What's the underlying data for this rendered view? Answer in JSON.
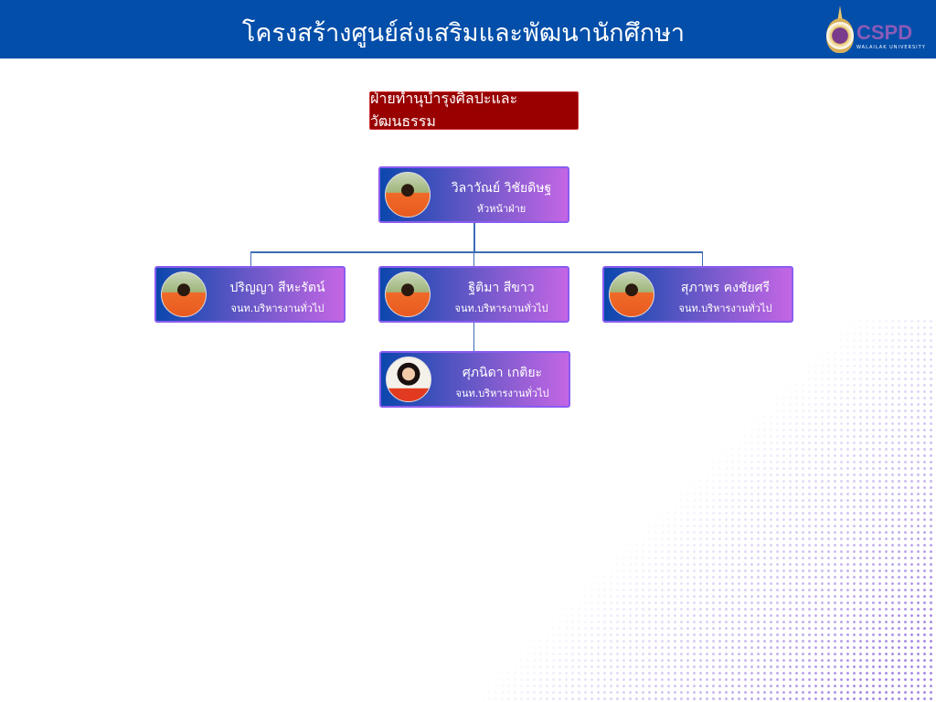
{
  "header": {
    "title": "โครงสร้างศูนย์ส่งเสริมและพัฒนานักศึกษา",
    "logo_text": "CSPD",
    "logo_subtext": "WALAILAK UNIVERSITY",
    "bg_color": "#034ea9"
  },
  "department": {
    "label": "ฝ่ายทำนุบำรุงศิลปะและวัฒนธรรม",
    "color": "#990000"
  },
  "head": {
    "name": "วิลาวัณย์ วิชัยดิษฐ",
    "role": "หัวหน้าฝ่าย"
  },
  "staff": [
    {
      "name": "ปริญญา สีหะรัตน์",
      "role": "จนท.บริหารงานทั่วไป"
    },
    {
      "name": "ฐิติมา สีขาว",
      "role": "จนท.บริหารงานทั่วไป"
    },
    {
      "name": "สุภาพร คงชัยศรี",
      "role": "จนท.บริหารงานทั่วไป"
    },
    {
      "name": "ศุภนิดา เกติยะ",
      "role": "จนท.บริหารงานทั่วไป"
    }
  ]
}
